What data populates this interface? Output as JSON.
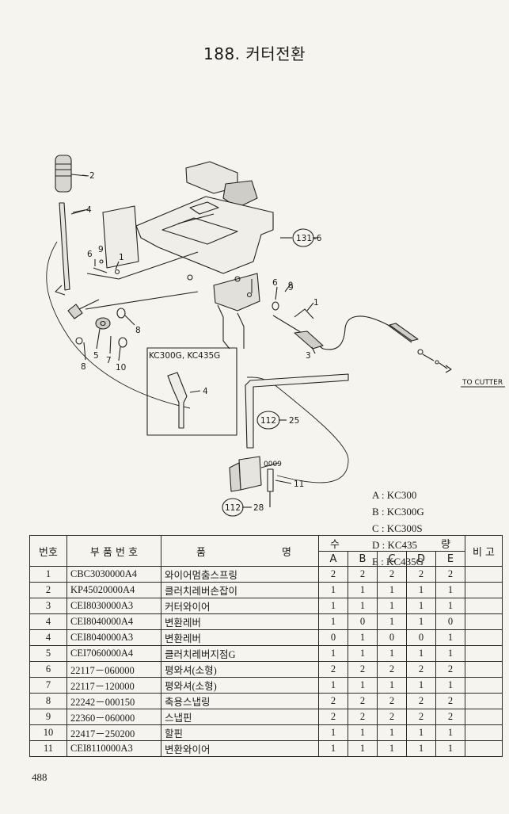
{
  "page_title": "188. 커터전환",
  "page_number": "488",
  "callouts": {
    "p1": "1",
    "p2": "2",
    "p3": "3",
    "p4a": "4",
    "p4b": "4",
    "p5": "5",
    "p6a": "6",
    "p6b": "6",
    "p7": "7",
    "p8a": "8",
    "p8b": "8",
    "p9a": "9",
    "p9b": "9",
    "p10": "10",
    "p11": "11",
    "ref131": "131",
    "ref131_item": "-6",
    "ref112a": "112",
    "ref112a_item": "25",
    "ref112b": "112",
    "ref112b_item": "28",
    "to_cutter": "TO CUTTER",
    "detail_title": "KC300G, KC435G",
    "small_note": "0009"
  },
  "legend": {
    "A": "A : KC300",
    "B": "B : KC300G",
    "C": "C : KC300S",
    "D": "D : KC435",
    "E": "E : KC435G"
  },
  "table": {
    "headers": {
      "no": "번호",
      "part_no": "부 품 번 호",
      "name_left": "품",
      "name_right": "명",
      "qty_left": "수",
      "qty_right": "량",
      "remark": "비 고"
    },
    "qty_cols": [
      "A",
      "B",
      "C",
      "D",
      "E"
    ],
    "rows": [
      {
        "no": "1",
        "part": "CBC3030000A4",
        "name": "와이어멈춤스프링",
        "A": "2",
        "B": "2",
        "C": "2",
        "D": "2",
        "E": "2",
        "remark": ""
      },
      {
        "no": "2",
        "part": "KP45020000A4",
        "name": "클러치레버손잡이",
        "A": "1",
        "B": "1",
        "C": "1",
        "D": "1",
        "E": "1",
        "remark": ""
      },
      {
        "no": "3",
        "part": "CEI8030000A3",
        "name": "커터와이어",
        "A": "1",
        "B": "1",
        "C": "1",
        "D": "1",
        "E": "1",
        "remark": ""
      },
      {
        "no": "4",
        "part": "CEI8040000A4",
        "name": "변환레버",
        "A": "1",
        "B": "0",
        "C": "1",
        "D": "1",
        "E": "0",
        "remark": ""
      },
      {
        "no": "4",
        "part": "CEI8040000A3",
        "name": "변환레버",
        "A": "0",
        "B": "1",
        "C": "0",
        "D": "0",
        "E": "1",
        "remark": ""
      },
      {
        "no": "5",
        "part": "CEI7060000A4",
        "name": "클러치레버지점G",
        "A": "1",
        "B": "1",
        "C": "1",
        "D": "1",
        "E": "1",
        "remark": ""
      },
      {
        "no": "6",
        "part": "22117－060000",
        "name": "평와셔(소형)",
        "A": "2",
        "B": "2",
        "C": "2",
        "D": "2",
        "E": "2",
        "remark": ""
      },
      {
        "no": "7",
        "part": "22117－120000",
        "name": "평와셔(소형)",
        "A": "1",
        "B": "1",
        "C": "1",
        "D": "1",
        "E": "1",
        "remark": ""
      },
      {
        "no": "8",
        "part": "22242－000150",
        "name": "축용스냅링",
        "A": "2",
        "B": "2",
        "C": "2",
        "D": "2",
        "E": "2",
        "remark": ""
      },
      {
        "no": "9",
        "part": "22360－060000",
        "name": "스냅핀",
        "A": "2",
        "B": "2",
        "C": "2",
        "D": "2",
        "E": "2",
        "remark": ""
      },
      {
        "no": "10",
        "part": "22417－250200",
        "name": "할핀",
        "A": "1",
        "B": "1",
        "C": "1",
        "D": "1",
        "E": "1",
        "remark": ""
      },
      {
        "no": "11",
        "part": "CEI8110000A3",
        "name": "변환와이어",
        "A": "1",
        "B": "1",
        "C": "1",
        "D": "1",
        "E": "1",
        "remark": ""
      }
    ]
  }
}
